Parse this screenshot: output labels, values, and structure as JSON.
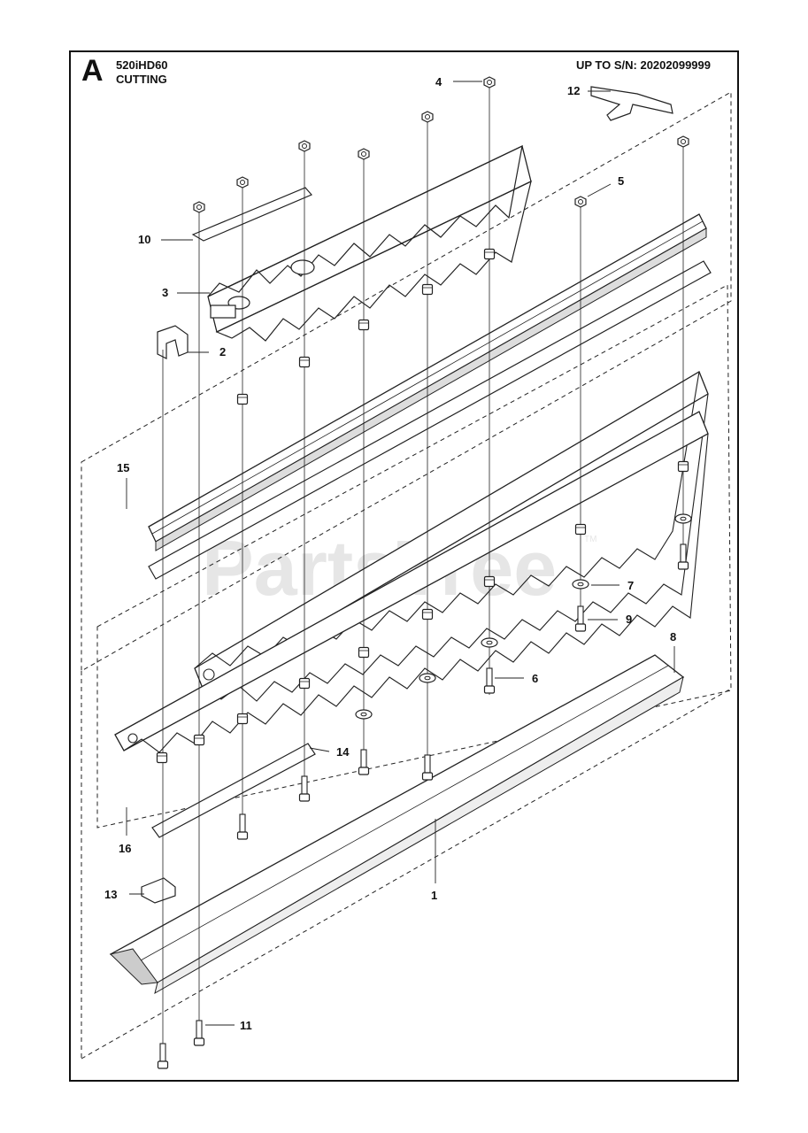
{
  "header": {
    "section_letter": "A",
    "model": "520iHD60",
    "group": "CUTTING",
    "serial": "UP TO S/N: 20202099999"
  },
  "watermark": {
    "text": "PartsTree",
    "tm": "TM"
  },
  "callouts": [
    "4",
    "12",
    "5",
    "10",
    "3",
    "2",
    "15",
    "7",
    "9",
    "8",
    "6",
    "14",
    "16",
    "13",
    "1",
    "11"
  ]
}
